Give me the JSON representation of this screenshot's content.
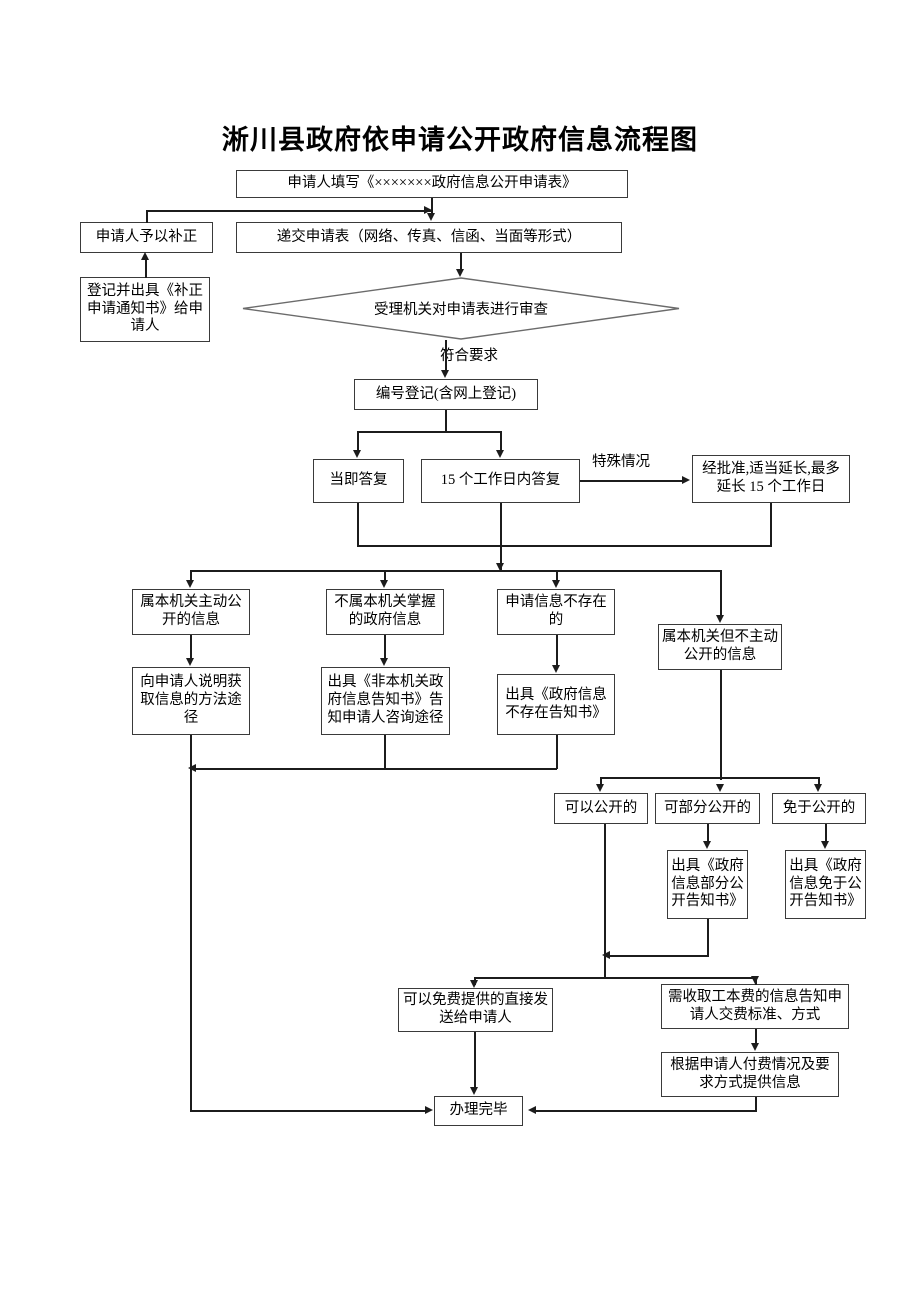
{
  "document": {
    "title": "淅川县政府依申请公开政府信息流程图"
  },
  "nodes": {
    "fill_form": "申请人填写《×××××××政府信息公开申请表》",
    "applicant_correct": "申请人予以补正",
    "submit_form": "递交申请表（网络、传真、信函、当面等形式）",
    "register_issue_notice": "登记并出具《补正申请通知书》给申请人",
    "review_decision": "受理机关对申请表进行审查",
    "number_registration": "编号登记(含网上登记)",
    "immediate_reply": "当即答复",
    "reply_15_days": "15 个工作日内答复",
    "extend_15_days": "经批准,适当延长,最多延长 15 个工作日",
    "proactive_disclosure": "属本机关主动公开的信息",
    "not_held_by_agency": "不属本机关掌握的政府信息",
    "info_not_exist": "申请信息不存在的",
    "agency_not_proactive": "属本机关但不主动公开的信息",
    "explain_access_method": "向申请人说明获取信息的方法途径",
    "issue_non_agency_notice": "出具《非本机关政府信息告知书》告知申请人咨询途径",
    "issue_not_exist_notice": "出具《政府信息不存在告知书》",
    "can_disclose": "可以公开的",
    "partial_disclose": "可部分公开的",
    "exempt_disclose": "免于公开的",
    "issue_partial_notice": "出具《政府信息部分公开告知书》",
    "issue_exempt_notice": "出具《政府信息免于公开告知书》",
    "free_send_direct": "可以免费提供的直接发送给申请人",
    "fee_notify_standard": "需收取工本费的信息告知申请人交费标准、方式",
    "provide_per_payment": "根据申请人付费情况及要求方式提供信息",
    "completed": "办理完毕"
  },
  "edge_labels": {
    "meets_requirements": "符合要求",
    "special_circumstance": "特殊情况"
  },
  "colors": {
    "box_border": "#3a3a3a",
    "line": "#1c1c1c",
    "background": "#ffffff",
    "text": "#000000"
  }
}
